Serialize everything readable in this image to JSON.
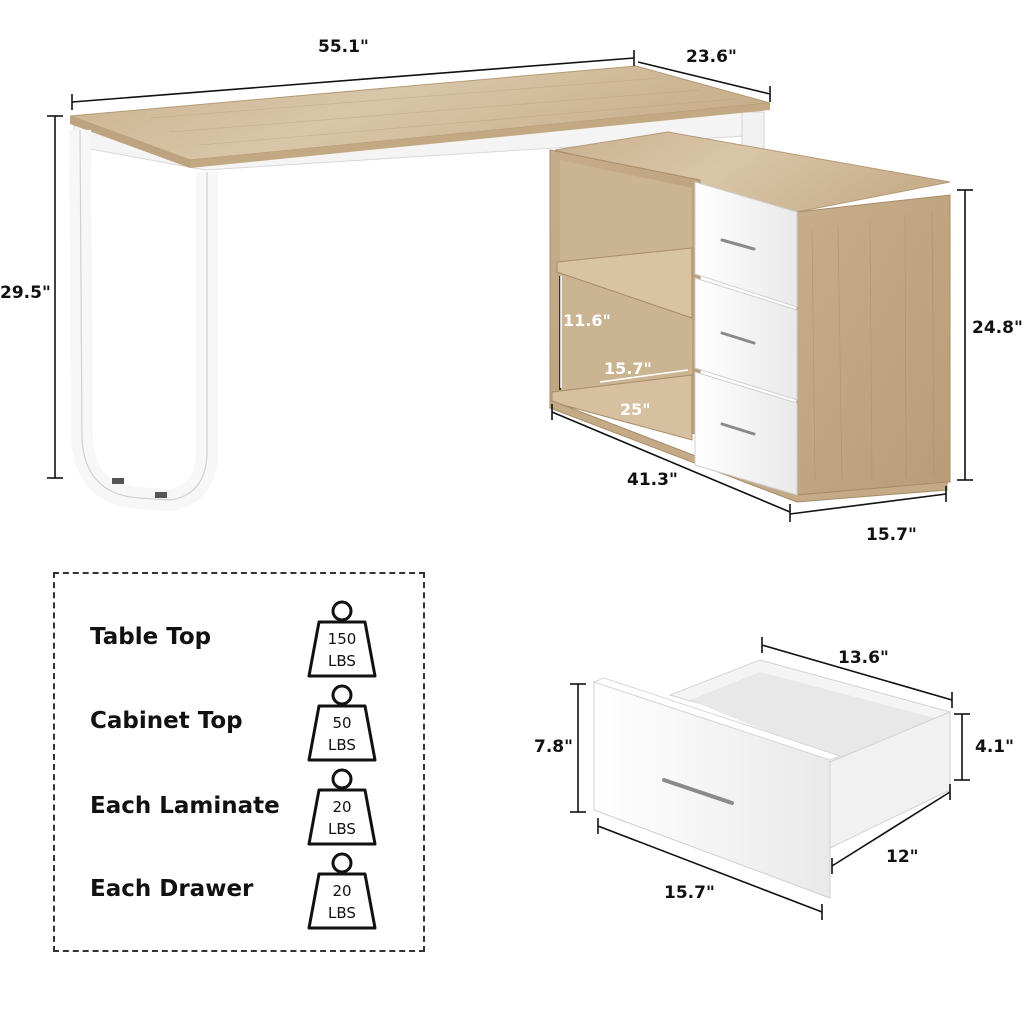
{
  "dimensions": {
    "desk_width": "55.1\"",
    "desk_depth": "23.6\"",
    "desk_height": "29.5\"",
    "cabinet_height": "24.8\"",
    "shelf_height": "11.6\"",
    "shelf_depth": "15.7\"",
    "shelf_width": "25\"",
    "cabinet_length": "41.3\"",
    "cabinet_depth": "15.7\"",
    "drawer_width": "13.6\"",
    "drawer_front_height": "7.8\"",
    "drawer_inner_height": "4.1\"",
    "drawer_depth": "12\"",
    "drawer_front_width": "15.7\""
  },
  "load_capacity": [
    {
      "label": "Table Top",
      "weight": "150",
      "unit": "LBS"
    },
    {
      "label": "Cabinet Top",
      "weight": "50",
      "unit": "LBS"
    },
    {
      "label": "Each Laminate",
      "weight": "20",
      "unit": "LBS"
    },
    {
      "label": "Each Drawer",
      "weight": "20",
      "unit": "LBS"
    }
  ],
  "colors": {
    "wood": "#d2bd9f",
    "wood_dark": "#bca17e",
    "white_panel": "#f7f7f7",
    "ink": "#111111"
  }
}
